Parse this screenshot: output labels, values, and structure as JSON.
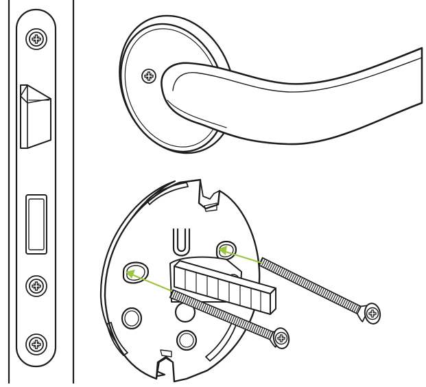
{
  "diagram": {
    "kind": "installation-illustration",
    "components": [
      "door-edge-with-lock-faceplate",
      "lever-handle-on-rose",
      "mounting-plate",
      "mounting-screw-upper",
      "mounting-screw-lower",
      "lock-spindle"
    ],
    "colors": {
      "ink": "#1d1d1b",
      "fill": "#ffffff",
      "arrow": "#9bc53d"
    },
    "icons": {
      "screw_head": "phillips-screw-icon",
      "arrow": "insertion-arrow-icon"
    }
  }
}
